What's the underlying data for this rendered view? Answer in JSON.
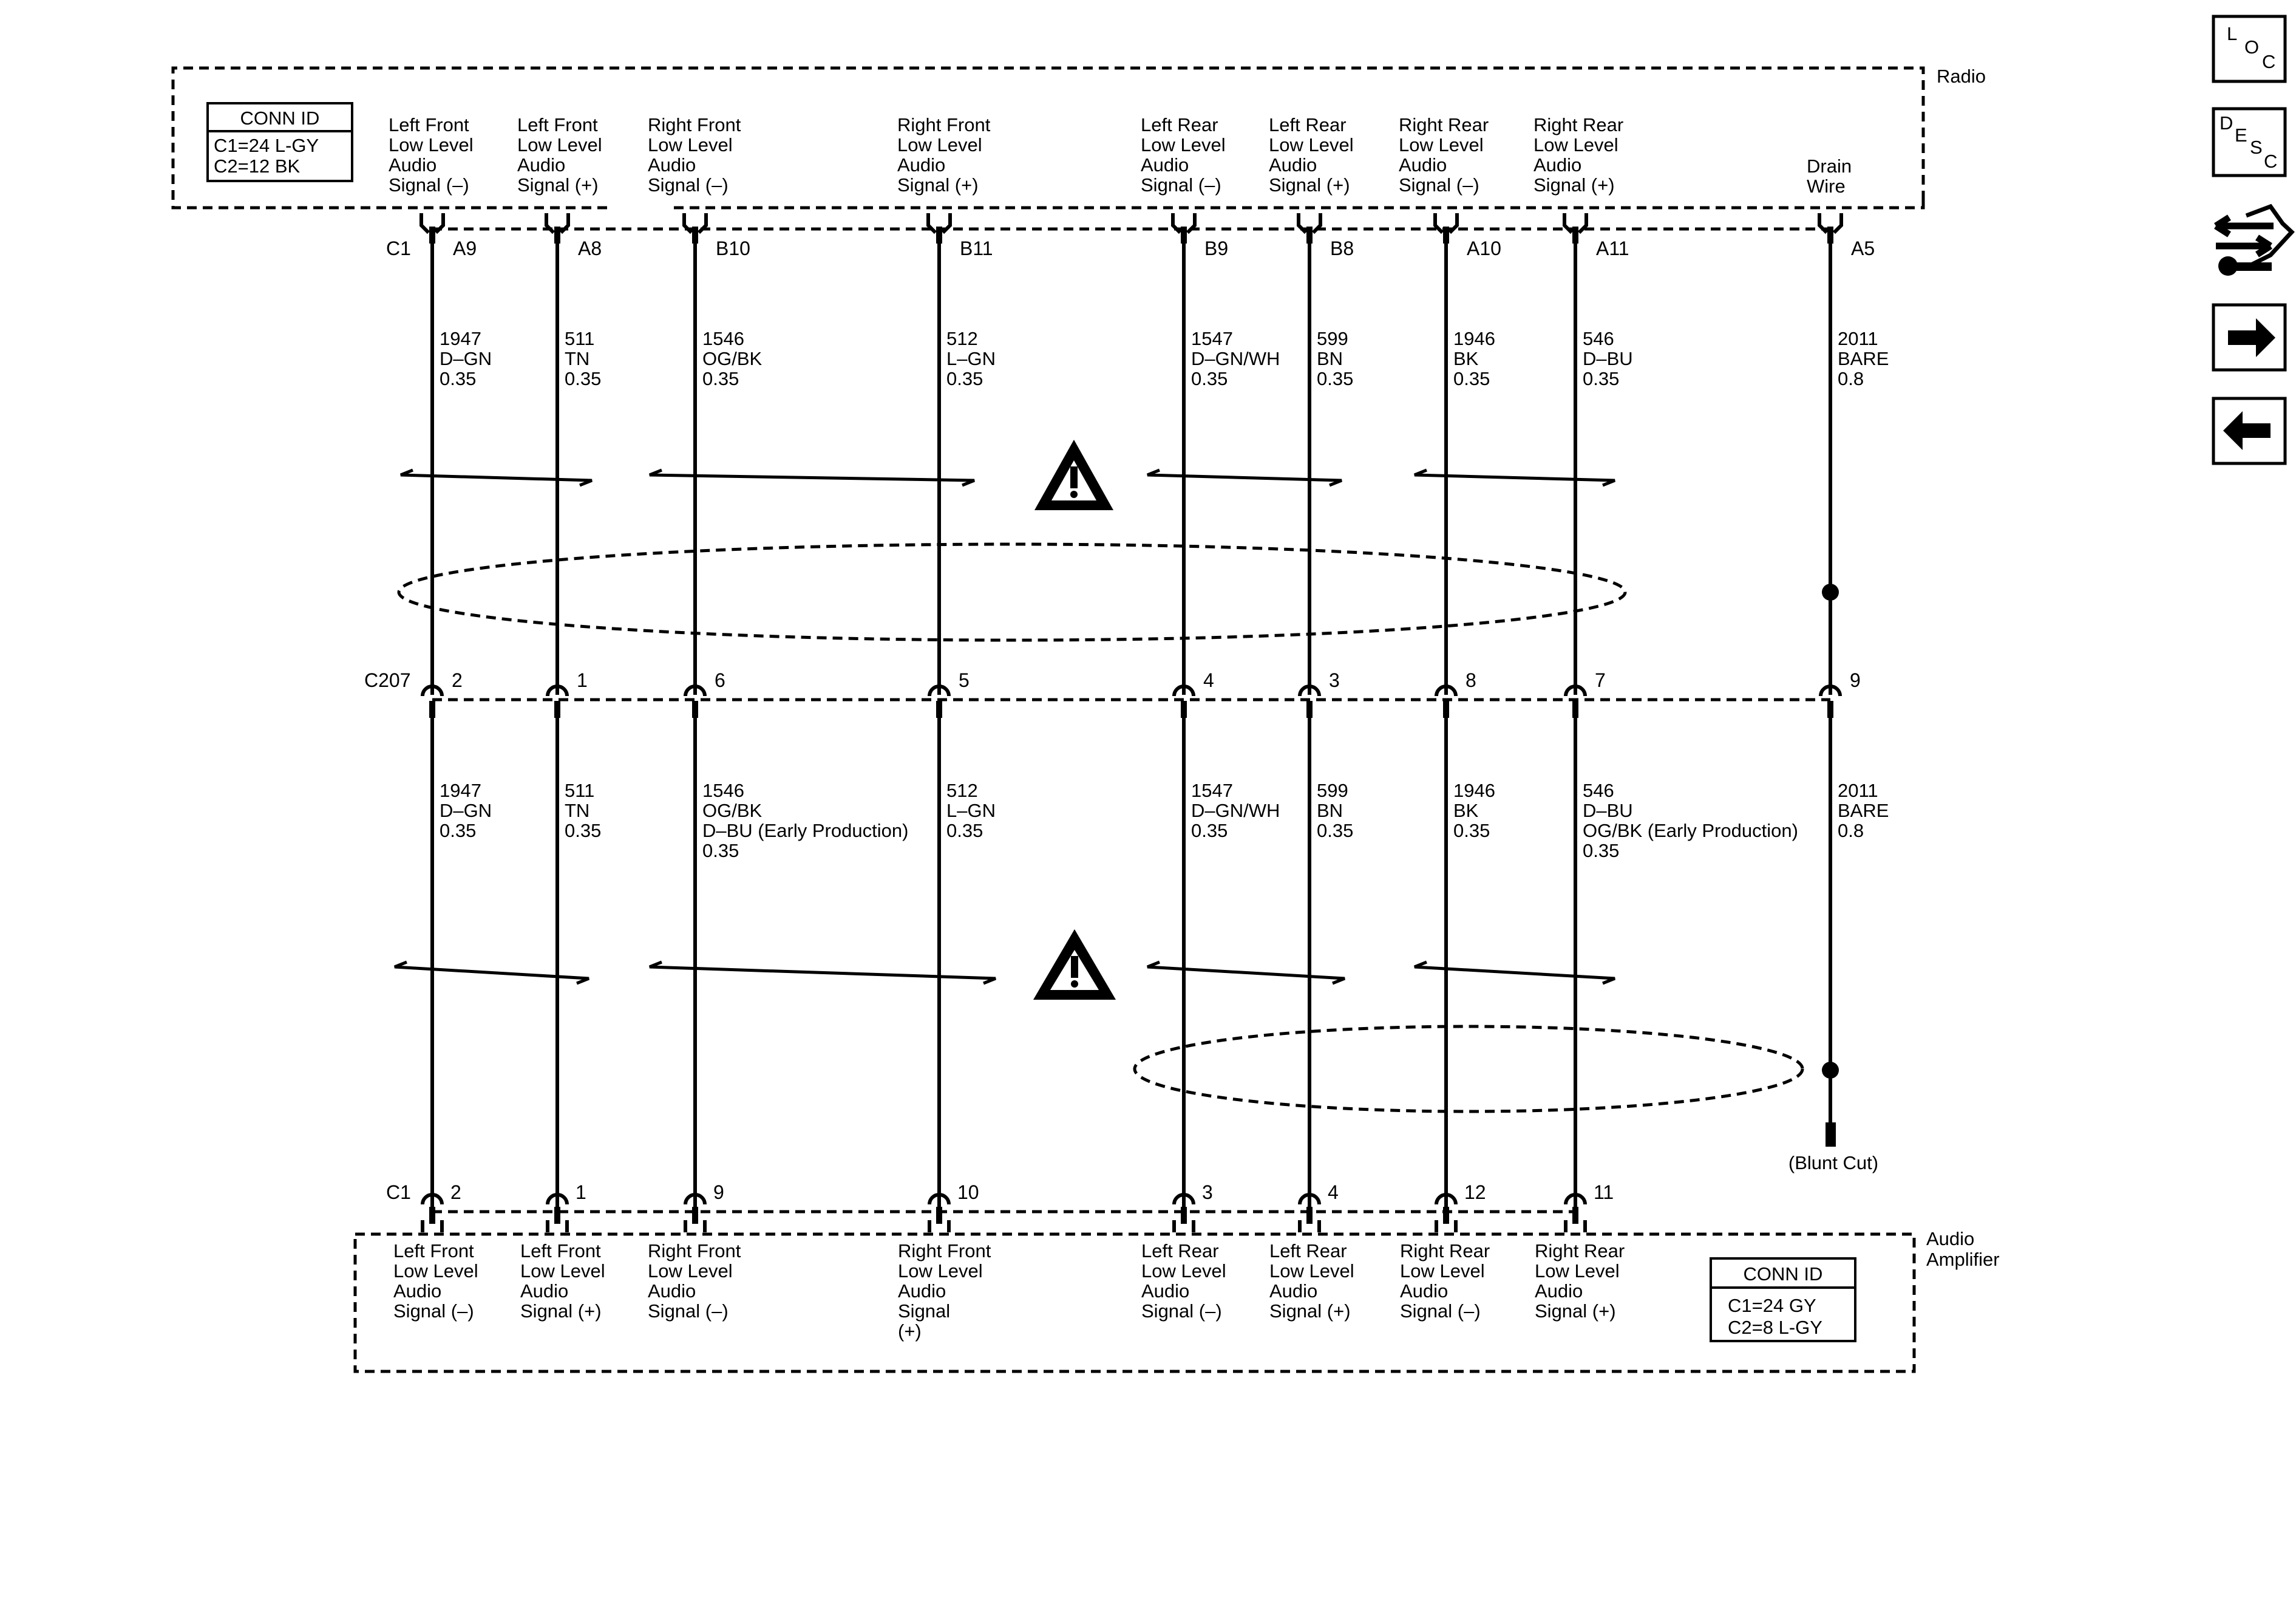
{
  "radio": {
    "name": "Radio",
    "conn_id": {
      "title": "CONN ID",
      "lines": [
        "C1=24 L-GY",
        "C2=12 BK"
      ]
    },
    "connector_label": "C1"
  },
  "amplifier": {
    "name_lines": [
      "Audio",
      "Amplifier"
    ],
    "conn_id": {
      "title": "CONN ID",
      "lines": [
        "C1=24 GY",
        "C2=8 L-GY"
      ]
    },
    "connector_label": "C1"
  },
  "inline_connector": {
    "label": "C207"
  },
  "circuits": [
    {
      "top_label": [
        "Left Front",
        "Low Level",
        "Audio",
        "Signal (–)"
      ],
      "radio_pin": "A9",
      "wire_top": [
        "1947",
        "D–GN",
        "0.35"
      ],
      "c207_pin": "2",
      "wire_bottom": [
        "1947",
        "D–GN",
        "0.35"
      ],
      "amp_pin": "2",
      "bottom_label": [
        "Left Front",
        "Low Level",
        "Audio",
        "Signal (–)"
      ]
    },
    {
      "top_label": [
        "Left Front",
        "Low Level",
        "Audio",
        "Signal (+)"
      ],
      "radio_pin": "A8",
      "wire_top": [
        "511",
        "TN",
        "0.35"
      ],
      "c207_pin": "1",
      "wire_bottom": [
        "511",
        "TN",
        "0.35"
      ],
      "amp_pin": "1",
      "bottom_label": [
        "Left Front",
        "Low Level",
        "Audio",
        "Signal (+)"
      ]
    },
    {
      "top_label": [
        "Right Front",
        "Low Level",
        "Audio",
        "Signal (–)"
      ],
      "radio_pin": "B10",
      "wire_top": [
        "1546",
        "OG/BK",
        "0.35"
      ],
      "c207_pin": "6",
      "wire_bottom": [
        "1546",
        "OG/BK",
        "D–BU (Early Production)",
        "0.35"
      ],
      "amp_pin": "9",
      "bottom_label": [
        "Right Front",
        "Low Level",
        "Audio",
        "Signal (–)"
      ]
    },
    {
      "top_label": [
        "Right Front",
        "Low Level",
        "Audio",
        "Signal (+)"
      ],
      "radio_pin": "B11",
      "wire_top": [
        "512",
        "L–GN",
        "0.35"
      ],
      "c207_pin": "5",
      "wire_bottom": [
        "512",
        "L–GN",
        "0.35"
      ],
      "amp_pin": "10",
      "bottom_label": [
        "Right Front",
        "Low Level",
        "Audio",
        "Signal",
        "(+)"
      ]
    },
    {
      "top_label": [
        "Left Rear",
        "Low Level",
        "Audio",
        "Signal (–)"
      ],
      "radio_pin": "B9",
      "wire_top": [
        "1547",
        "D–GN/WH",
        "0.35"
      ],
      "c207_pin": "4",
      "wire_bottom": [
        "1547",
        "D–GN/WH",
        "0.35"
      ],
      "amp_pin": "3",
      "bottom_label": [
        "Left Rear",
        "Low Level",
        "Audio",
        "Signal (–)"
      ]
    },
    {
      "top_label": [
        "Left Rear",
        "Low Level",
        "Audio",
        "Signal (+)"
      ],
      "radio_pin": "B8",
      "wire_top": [
        "599",
        "BN",
        "0.35"
      ],
      "c207_pin": "3",
      "wire_bottom": [
        "599",
        "BN",
        "0.35"
      ],
      "amp_pin": "4",
      "bottom_label": [
        "Left Rear",
        "Low Level",
        "Audio",
        "Signal (+)"
      ]
    },
    {
      "top_label": [
        "Right Rear",
        "Low Level",
        "Audio",
        "Signal (–)"
      ],
      "radio_pin": "A10",
      "wire_top": [
        "1946",
        "BK",
        "0.35"
      ],
      "c207_pin": "8",
      "wire_bottom": [
        "1946",
        "BK",
        "0.35"
      ],
      "amp_pin": "12",
      "bottom_label": [
        "Right Rear",
        "Low Level",
        "Audio",
        "Signal (–)"
      ]
    },
    {
      "top_label": [
        "Right Rear",
        "Low Level",
        "Audio",
        "Signal (+)"
      ],
      "radio_pin": "A11",
      "wire_top": [
        "546",
        "D–BU",
        "0.35"
      ],
      "c207_pin": "7",
      "wire_bottom": [
        "546",
        "D–BU",
        "OG/BK (Early Production)",
        "0.35"
      ],
      "amp_pin": "11",
      "bottom_label": [
        "Right Rear",
        "Low Level",
        "Audio",
        "Signal (+)"
      ]
    },
    {
      "top_label": [
        "Drain",
        "Wire"
      ],
      "radio_pin": "A5",
      "wire_top": [
        "2011",
        "BARE",
        "0.8"
      ],
      "c207_pin": "9",
      "wire_bottom": [
        "2011",
        "BARE",
        "0.8"
      ],
      "amp_pin": "",
      "bottom_label": []
    }
  ],
  "drain_end_label": "(Blunt Cut)",
  "nav": {
    "loc": [
      "L",
      "O",
      "C"
    ],
    "desc": [
      "D",
      "E",
      "S",
      "C"
    ],
    "icons": [
      "harness-routing-icon",
      "next-arrow-icon",
      "previous-arrow-icon"
    ]
  }
}
